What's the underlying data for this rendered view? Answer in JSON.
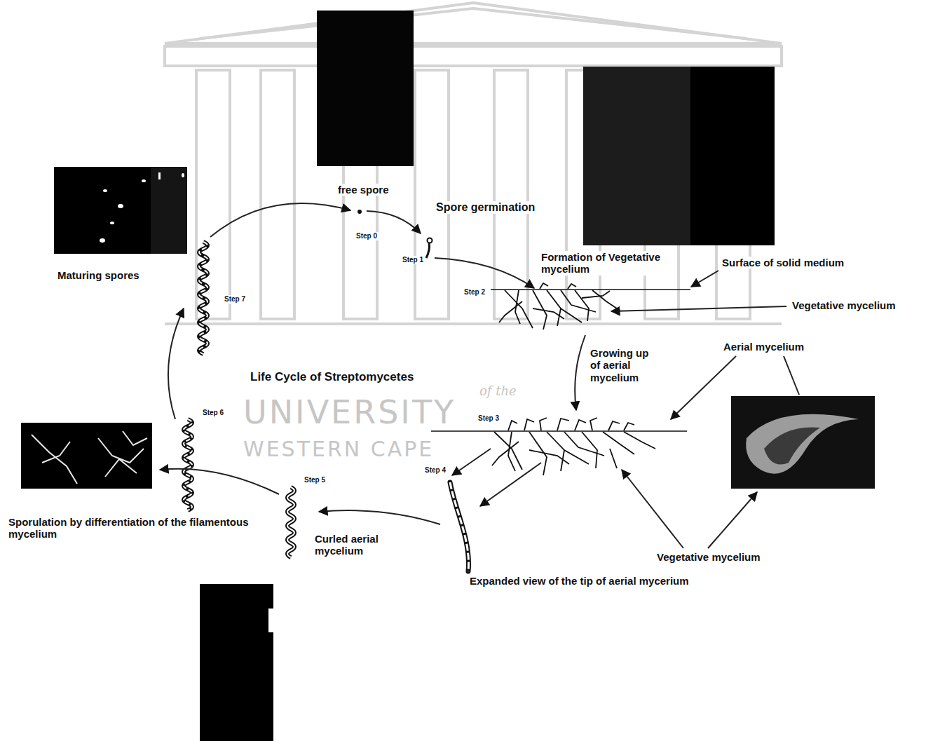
{
  "diagram": {
    "title": "Life Cycle of Streptomycetes",
    "labels": [
      "free spore",
      "Spore germination",
      "Step 0",
      "Step 1",
      "Formation of Vegetative mycelium",
      "Surface of solid medium",
      "Maturing spores",
      "Step 7",
      "Step 2",
      "Vegetative mycelium",
      "Growing up of aerial mycelium",
      "Aerial mycelium",
      "UNIVERSITY",
      "of the",
      "Step 3",
      "Step 6",
      "WESTERN CAPE",
      "Step 4",
      "Step 5",
      "Sporulation by differentiation of the filamentous mycelium",
      "Curled aerial mycelium",
      "Vegetative mycelium",
      "Expanded view of the tip of aerial mycerium"
    ]
  }
}
